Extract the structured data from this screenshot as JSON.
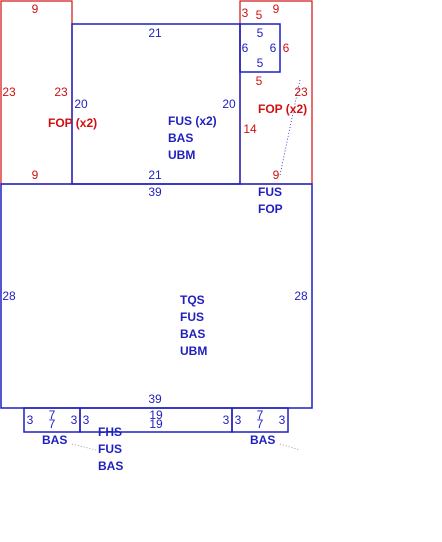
{
  "colors": {
    "blue": "#1f1fbf",
    "red": "#d01010",
    "gray": "#8a8a8a"
  },
  "red_panels": {
    "left": {
      "top_dim": "9",
      "left_dim": "23",
      "right_dim": "23",
      "bottom_dim": "9",
      "label": "FOP (x2)"
    },
    "right": {
      "top_dim_left": "3",
      "top_dim_mid": "5",
      "top_dim_right": "9",
      "side_dim_small": "6",
      "lower_dim": "5",
      "left_dim": "14",
      "right_dim": "23",
      "bottom_dim": "9",
      "label": "FOP (x2)"
    }
  },
  "small_box": {
    "top_dim": "5",
    "left_dim": "6",
    "right_dim": "6",
    "bottom_dim": "5"
  },
  "top_box": {
    "top_dim": "21",
    "left_dim": "20",
    "right_dim": "20",
    "bottom_dim": "21",
    "labels": [
      "FUS (x2)",
      "BAS",
      "UBM"
    ]
  },
  "right_callout": {
    "labels": [
      "FUS",
      "FOP"
    ]
  },
  "main_box": {
    "top_dim": "39",
    "left_dim": "28",
    "right_dim": "28",
    "bottom_dim": "39",
    "labels": [
      "TQS",
      "FUS",
      "BAS",
      "UBM"
    ]
  },
  "bottom_strips": {
    "left": {
      "left_dim": "3",
      "top_dim": "7",
      "bottom_dim": "7",
      "right_dim": "3",
      "label": "BAS"
    },
    "center": {
      "left_dim": "3",
      "top_dim": "19",
      "bottom_dim": "19",
      "right_dim": "3",
      "labels": [
        "FHS",
        "FUS",
        "BAS"
      ]
    },
    "right": {
      "left_dim": "3",
      "top_dim": "7",
      "bottom_dim": "7",
      "right_dim": "3",
      "label": "BAS"
    }
  }
}
